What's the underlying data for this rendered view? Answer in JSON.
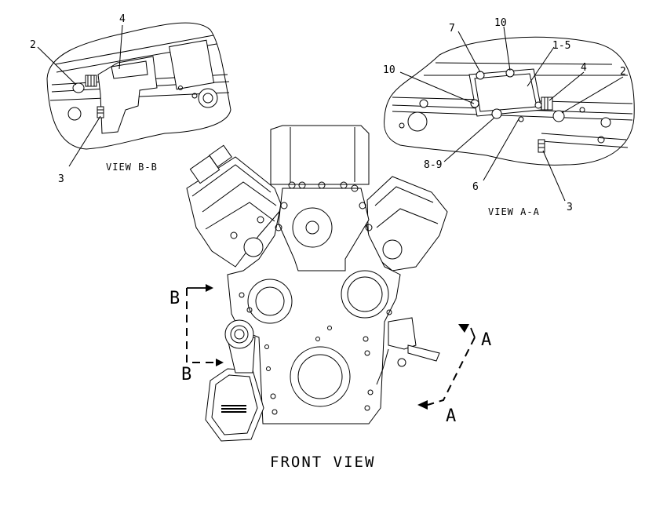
{
  "views": {
    "bb": {
      "caption": "VIEW B-B",
      "callouts": [
        "2",
        "4",
        "3"
      ]
    },
    "aa": {
      "caption": "VIEW A-A",
      "callouts": [
        "7",
        "10",
        "1-5",
        "10",
        "4",
        "2",
        "8-9",
        "6",
        "3"
      ]
    },
    "front": {
      "caption": "FRONT VIEW"
    }
  },
  "section_markers": {
    "b_top": "B",
    "b_bottom": "B",
    "a_top": "A",
    "a_bottom": "A"
  }
}
